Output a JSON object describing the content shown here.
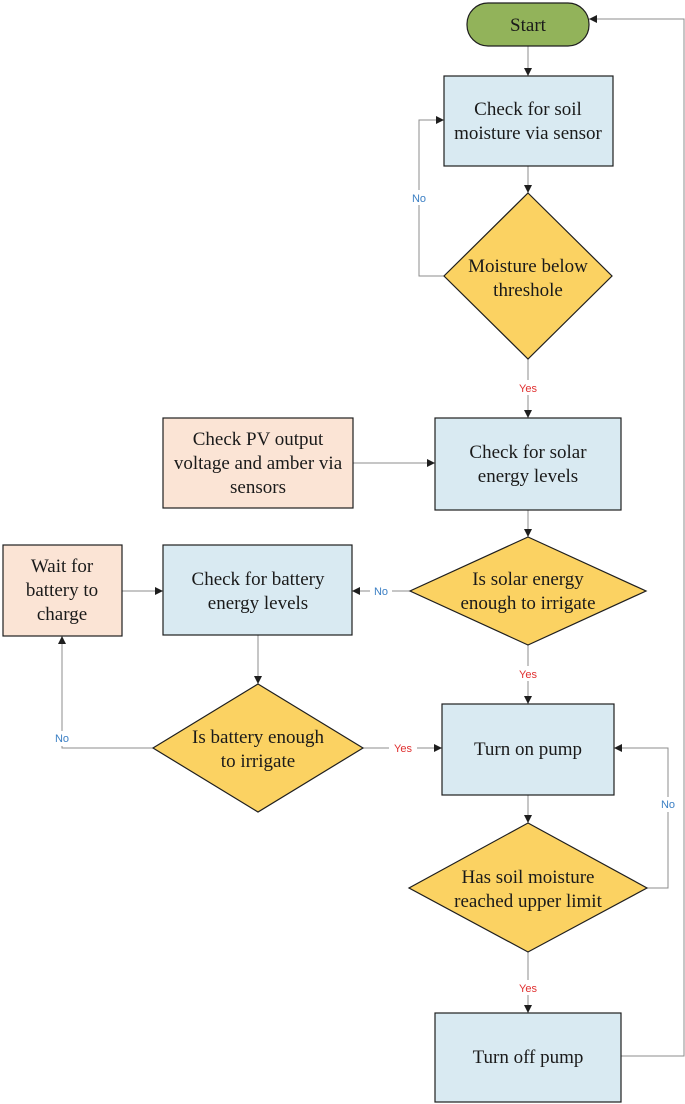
{
  "colors": {
    "start_fill": "#92b35a",
    "process_fill": "#d9eaf2",
    "input_fill": "#fbe4d5",
    "decision_fill": "#fbd262",
    "stroke": "#1e1e1e",
    "yes": "#e03030",
    "no": "#3b7fc4",
    "line": "#8c8c8c"
  },
  "nodes": {
    "start": "Start",
    "check_moisture": [
      "Check for soil",
      "moisture via sensor"
    ],
    "moisture_below": [
      "Moisture below",
      "threshole"
    ],
    "check_pv": [
      "Check PV output",
      "voltage and amber via",
      "sensors"
    ],
    "check_solar": [
      "Check for solar",
      "energy levels"
    ],
    "wait_battery": [
      "Wait for",
      "battery to",
      "charge"
    ],
    "check_battery": [
      "Check for battery",
      "energy levels"
    ],
    "solar_enough": [
      "Is solar energy",
      "enough to irrigate"
    ],
    "battery_enough": [
      "Is battery enough",
      "to irrigate"
    ],
    "pump_on": "Turn on pump",
    "upper_limit": [
      "Has soil moisture",
      "reached upper limit"
    ],
    "pump_off": "Turn off pump"
  },
  "labels": {
    "yes": "Yes",
    "no": "No"
  }
}
